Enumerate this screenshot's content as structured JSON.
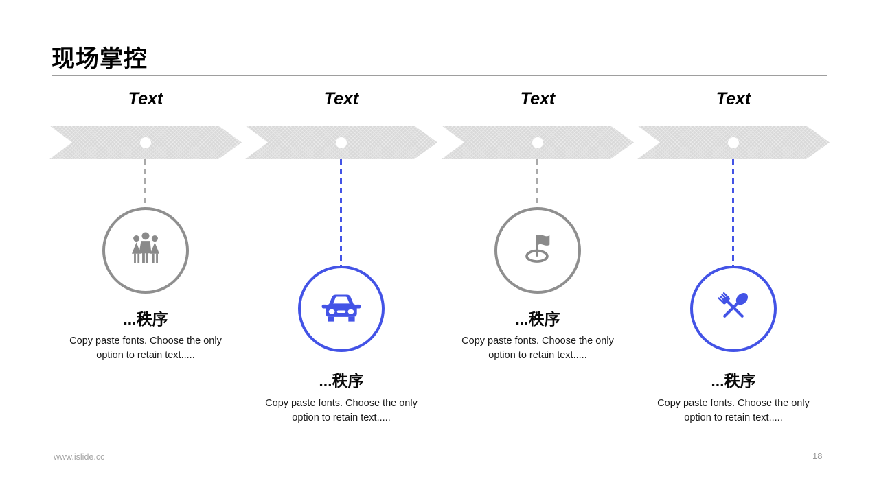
{
  "slide": {
    "title": "现场掌控",
    "footer": {
      "url": "www.islide.cc",
      "page": "18"
    }
  },
  "colors": {
    "accent_blue": "#4353E6",
    "icon_gray": "#8A8A8A",
    "arrow_gray": "#D9D9D9",
    "muted_text": "#A6A6A6"
  },
  "columns": [
    {
      "header": "Text",
      "variant": "gray",
      "icon": "people-icon",
      "heading": "...秩序",
      "body": "Copy paste fonts. Choose the only option to retain text....."
    },
    {
      "header": "Text",
      "variant": "blue",
      "icon": "car-icon",
      "heading": "...秩序",
      "body": "Copy paste fonts. Choose the only option to retain text....."
    },
    {
      "header": "Text",
      "variant": "gray",
      "icon": "flag-icon",
      "heading": "...秩序",
      "body": "Copy paste fonts. Choose the only option to retain text....."
    },
    {
      "header": "Text",
      "variant": "blue",
      "icon": "cutlery-icon",
      "heading": "...秩序",
      "body": "Copy paste fonts. Choose the only option to retain text....."
    }
  ]
}
